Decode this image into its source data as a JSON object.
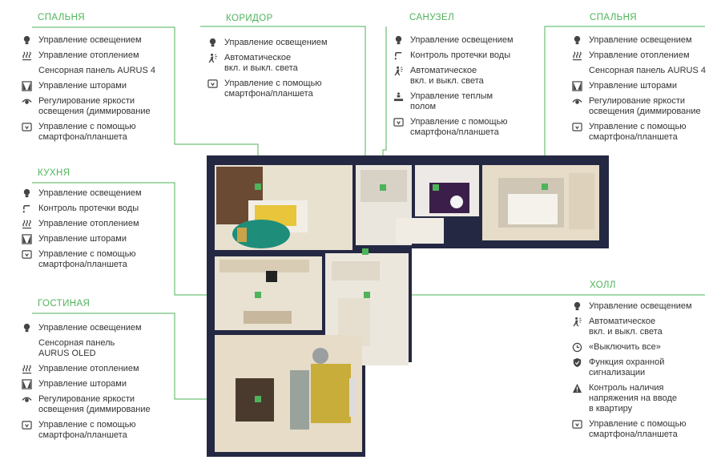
{
  "colors": {
    "accent": "#4fb35a",
    "text": "#333333",
    "wall": "#2a2d45"
  },
  "rooms": {
    "bedroom1": {
      "title": "СПАЛЬНЯ",
      "items": [
        {
          "icon": "bulb-icon",
          "label": "Управление освещением"
        },
        {
          "icon": "heating-icon",
          "label": "Управление отоплением"
        },
        {
          "icon": "none",
          "label": "Сенсорная панель AURUS 4"
        },
        {
          "icon": "curtains-icon",
          "label": "Управление шторами"
        },
        {
          "icon": "dimmer-eye-icon",
          "label": "Регулирование яркости\nосвещения (диммирование"
        },
        {
          "icon": "smartphone-icon",
          "label": "Управление с помощью\nсмартфона/планшета"
        }
      ]
    },
    "corridor": {
      "title": "КОРИДОР",
      "items": [
        {
          "icon": "bulb-icon",
          "label": "Управление освещением"
        },
        {
          "icon": "motion-icon",
          "label": "Автоматическое\nвкл. и выкл. света"
        },
        {
          "icon": "smartphone-icon",
          "label": "Управление с помощью\nсмартфона/планшета"
        }
      ]
    },
    "bathroom": {
      "title": "САНУЗЕЛ",
      "items": [
        {
          "icon": "bulb-icon",
          "label": "Управление освещением"
        },
        {
          "icon": "leak-icon",
          "label": "Контроль протечки воды"
        },
        {
          "icon": "motion-icon",
          "label": "Автоматическое\nвкл. и выкл. света"
        },
        {
          "icon": "floor-heating-icon",
          "label": "Управление теплым\nполом"
        },
        {
          "icon": "smartphone-icon",
          "label": "Управление с помощью\nсмартфона/планшета"
        }
      ]
    },
    "bedroom2": {
      "title": "СПАЛЬНЯ",
      "items": [
        {
          "icon": "bulb-icon",
          "label": "Управление освещением"
        },
        {
          "icon": "heating-icon",
          "label": "Управление отоплением"
        },
        {
          "icon": "none",
          "label": "Сенсорная панель AURUS 4"
        },
        {
          "icon": "curtains-icon",
          "label": "Управление шторами"
        },
        {
          "icon": "dimmer-eye-icon",
          "label": "Регулирование яркости\nосвещения (диммирование"
        },
        {
          "icon": "smartphone-icon",
          "label": "Управление с помощью\nсмартфона/планшета"
        }
      ]
    },
    "kitchen": {
      "title": "КУХНЯ",
      "items": [
        {
          "icon": "bulb-icon",
          "label": "Управление освещением"
        },
        {
          "icon": "leak-icon",
          "label": "Контроль протечки воды"
        },
        {
          "icon": "heating-icon",
          "label": "Управление отоплением"
        },
        {
          "icon": "curtains-icon",
          "label": "Управление шторами"
        },
        {
          "icon": "smartphone-icon",
          "label": "Управление с помощью\nсмартфона/планшета"
        }
      ]
    },
    "living": {
      "title": "ГОСТИНАЯ",
      "items": [
        {
          "icon": "bulb-icon",
          "label": "Управление освещением"
        },
        {
          "icon": "none",
          "label": "Сенсорная панель\nAURUS OLED"
        },
        {
          "icon": "heating-icon",
          "label": "Управление отоплением"
        },
        {
          "icon": "curtains-icon",
          "label": "Управление шторами"
        },
        {
          "icon": "dimmer-eye-icon",
          "label": "Регулирование яркости\nосвещения (диммирование"
        },
        {
          "icon": "smartphone-icon",
          "label": "Управление с помощью\nсмартфона/планшета"
        }
      ]
    },
    "hall": {
      "title": "ХОЛЛ",
      "items": [
        {
          "icon": "bulb-icon",
          "label": "Управление освещением"
        },
        {
          "icon": "motion-icon",
          "label": "Автоматическое\nвкл. и выкл. света"
        },
        {
          "icon": "clock-icon",
          "label": "«Выключить все»"
        },
        {
          "icon": "shield-icon",
          "label": "Функция охранной\nсигнализации"
        },
        {
          "icon": "warning-icon",
          "label": "Контроль наличия\nнапряжения на вводе\nв квартиру"
        },
        {
          "icon": "smartphone-icon",
          "label": "Управление с помощью\nсмартфона/планшета"
        }
      ]
    }
  }
}
